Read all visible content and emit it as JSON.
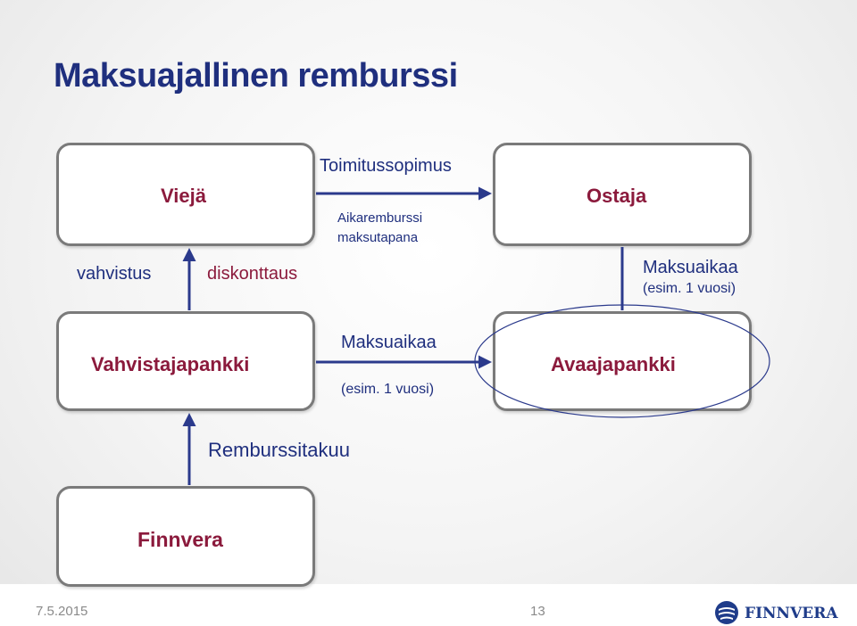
{
  "title": "Maksuajallinen remburssi",
  "boxes": {
    "vieja": "Viejä",
    "ostaja": "Ostaja",
    "vahvistajapankki": "Vahvistajapankki",
    "avaajapankki": "Avaajapankki",
    "finnvera": "Finnvera"
  },
  "edges": {
    "toimitussopimus": "Toimitussopimus",
    "aikaremburssi_line1": "Aikaremburssi",
    "aikaremburssi_line2": "maksutapana",
    "vahvistus": "vahvistus",
    "diskonttaus": "diskonttaus",
    "ostaja_maksuaika": "Maksuaikaa",
    "ostaja_esim": "(esim. 1 vuosi)",
    "bank_maksuaika": "Maksuaikaa",
    "bank_esim": "(esim. 1 vuosi)",
    "remburssitakuu": "Remburssitakuu"
  },
  "footer": {
    "date": "7.5.2015",
    "page": "13",
    "logo_text": "FINNVERA"
  },
  "colors": {
    "title": "#1f2f7e",
    "box_label": "#8b1a3c",
    "edge_label": "#1f2f7e",
    "arrow": "#2b3a8c",
    "box_border": "#7a7a7a"
  }
}
